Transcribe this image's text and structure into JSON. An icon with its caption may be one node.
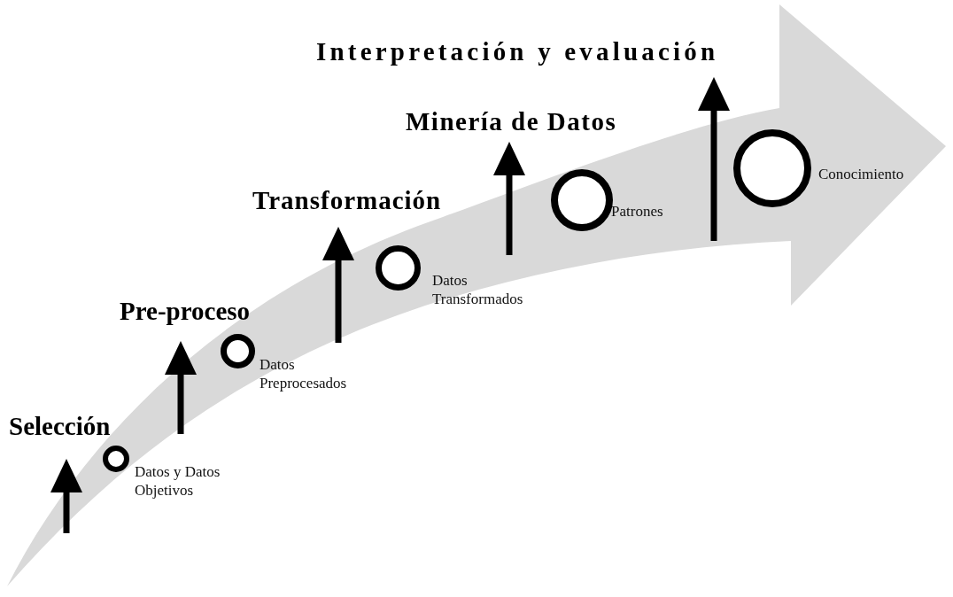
{
  "diagram": {
    "nodes": [
      {
        "text": [
          "Selección"
        ]
      },
      {
        "text": [],
        "shape": "circle",
        "beside": [
          "Datos y Datos Objetivos"
        ]
      },
      {
        "text": [
          "Pre-proceso"
        ]
      },
      {
        "text": [],
        "shape": "circle",
        "beside": [
          "Datos Preprocesados"
        ]
      },
      {
        "text": [
          "Transformación"
        ]
      },
      {
        "text": [],
        "shape": "circle",
        "beside": [
          "Datos Transformados"
        ]
      },
      {
        "text": [
          "Minería de Datos"
        ]
      },
      {
        "text": [],
        "shape": "circle",
        "beside": [
          "Patrones"
        ]
      },
      {
        "text": [
          "Interpretación y evaluación"
        ]
      },
      {
        "text": [],
        "shape": "circle",
        "beside": [
          "Conocimiento"
        ]
      }
    ],
    "edges": [
      {
        "from": null,
        "to": 0,
        "arrow": "to"
      },
      {
        "from": null,
        "to": 2,
        "arrow": "to"
      },
      {
        "from": null,
        "to": 4,
        "arrow": "to"
      },
      {
        "from": null,
        "to": 6,
        "arrow": "to"
      },
      {
        "from": null,
        "to": 8,
        "arrow": "to"
      }
    ]
  }
}
